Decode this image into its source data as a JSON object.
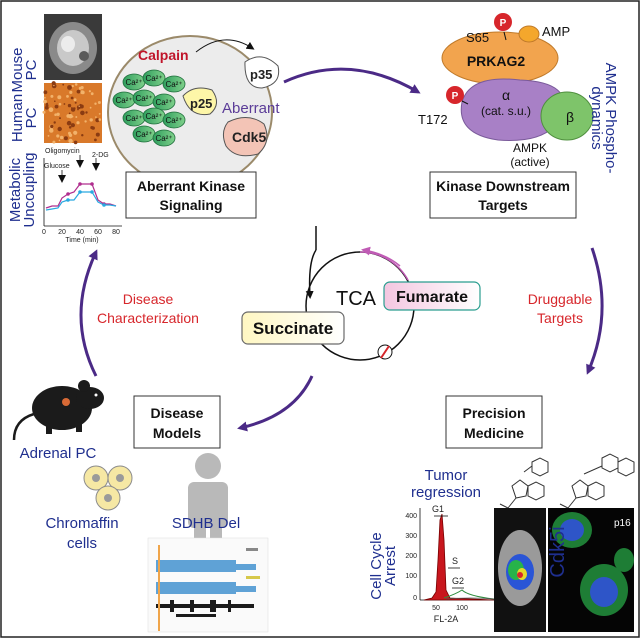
{
  "aberrant_kinase": {
    "title_line1": "Aberrant Kinase",
    "title_line2": "Signaling",
    "calpain": "Calpain",
    "p35": "p35",
    "p25": "p25",
    "aberrant": "Aberrant",
    "cdk5": "Cdk5",
    "ca_label": "Ca²⁺"
  },
  "characterization": {
    "mouse_pc": [
      "Mouse",
      "PC"
    ],
    "human_pc": [
      "Human",
      "PC"
    ],
    "metabolic": [
      "Metabolic",
      "Uncoupling"
    ],
    "oligomycin": "Oligomycin",
    "glucose": "Glucose",
    "two_dg": "2-DG",
    "time_axis": "Time (min)",
    "time_ticks": [
      "0",
      "20",
      "40",
      "60",
      "80"
    ]
  },
  "ampk": {
    "title_line1": "Kinase Downstream",
    "title_line2": "Targets",
    "s65": "S65",
    "p": "P",
    "amp": "AMP",
    "prkag2": "PRKAG2",
    "alpha": "α",
    "cat_su": "(cat. s.u.)",
    "t172": "T172",
    "beta": "β",
    "ampk": "AMPK",
    "active": "(active)",
    "side_label": [
      "AMPK Phospho-",
      "dynamics"
    ]
  },
  "cycle": {
    "tca": "TCA",
    "fumarate": "Fumarate",
    "succinate": "Succinate",
    "disease_characterization": [
      "Disease",
      "Characterization"
    ],
    "druggable_targets": [
      "Druggable",
      "Targets"
    ]
  },
  "disease_models": {
    "title_line1": "Disease",
    "title_line2": "Models",
    "adrenal_pc": "Adrenal PC",
    "chromaffin": [
      "Chromaffin",
      "cells"
    ],
    "sdhb_del": "SDHB Del"
  },
  "precision_medicine": {
    "title_line1": "Precision",
    "title_line2": "Medicine",
    "tumor_regression": [
      "Tumor",
      "regression"
    ],
    "cell_cycle": [
      "Cell Cycle",
      "Arrest"
    ],
    "g1": "G1",
    "s": "S",
    "g2": "G2",
    "fl2a": "FL-2A",
    "y_ticks": [
      "400",
      "300",
      "200",
      "100",
      "0"
    ],
    "x_ticks": [
      "50",
      "100"
    ],
    "cdk5i": "Cdk5i",
    "p16": "p16"
  },
  "colors": {
    "arrow_purple": "#4b2a86",
    "red": "#d7262b",
    "blue": "#1f2f8f"
  }
}
